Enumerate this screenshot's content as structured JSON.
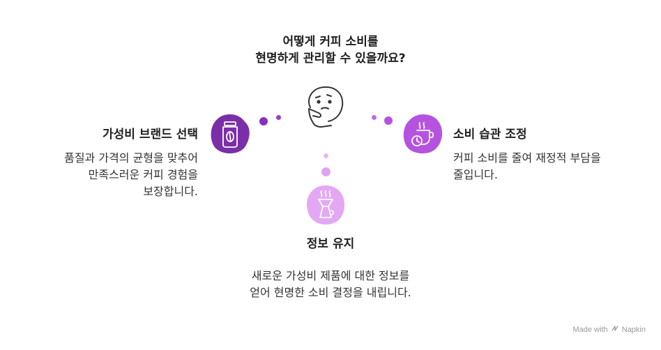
{
  "question": {
    "line1": "어떻게 커피 소비를",
    "line2": "현명하게 관리할 수 있을까요?"
  },
  "nodes": {
    "left": {
      "title": "가성비 브랜드 선택",
      "desc_lines": [
        "품질과 가격의 균형을 맞추어",
        "만족스러운 커피 경험을",
        "보장합니다."
      ],
      "icon": "coffee-bean-jar-icon",
      "color": "#7a2fa8"
    },
    "right": {
      "title": "소비 습관 조정",
      "desc_lines": [
        "커피 소비를 줄여 재정적 부담을",
        "줄입니다."
      ],
      "icon": "coffee-cup-clock-icon",
      "color": "#b553e0"
    },
    "bottom": {
      "title": "정보 유지",
      "desc_lines": [
        "새로운 가성비 제품에 대한 정보를",
        "얻어 현명한 소비 결정을 내립니다."
      ],
      "icon": "coffee-dripper-icon",
      "color": "#e3a8f3"
    }
  },
  "center_icon": "thinking-face-icon",
  "watermark": {
    "prefix": "Made with",
    "brand": "Napkin"
  }
}
